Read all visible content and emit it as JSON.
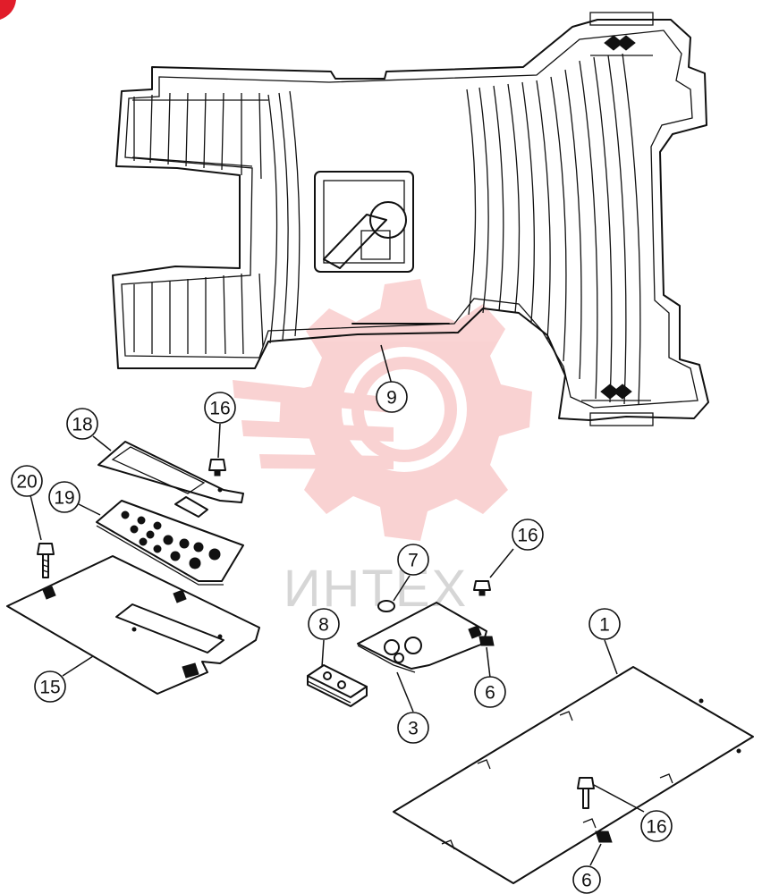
{
  "watermark": {
    "text": "ИНТЕХ",
    "color": "#e63939"
  },
  "callouts": [
    {
      "id": "9",
      "label": "9"
    },
    {
      "id": "16a",
      "label": "16"
    },
    {
      "id": "18",
      "label": "18"
    },
    {
      "id": "19",
      "label": "19"
    },
    {
      "id": "20",
      "label": "20"
    },
    {
      "id": "15",
      "label": "15"
    },
    {
      "id": "7",
      "label": "7"
    },
    {
      "id": "16b",
      "label": "16"
    },
    {
      "id": "8",
      "label": "8"
    },
    {
      "id": "6a",
      "label": "6"
    },
    {
      "id": "3",
      "label": "3"
    },
    {
      "id": "1",
      "label": "1"
    },
    {
      "id": "16c",
      "label": "16"
    },
    {
      "id": "6b",
      "label": "6"
    }
  ]
}
